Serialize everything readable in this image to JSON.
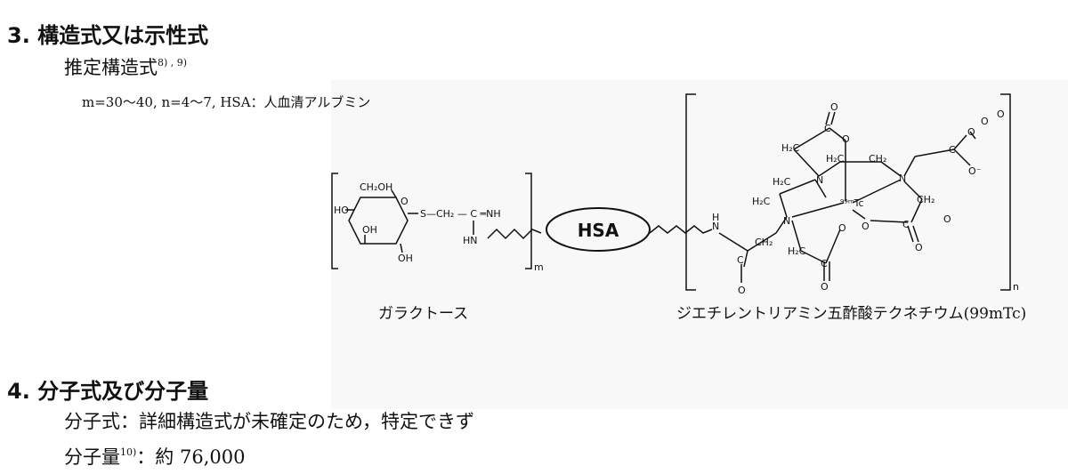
{
  "section3": {
    "heading": "3. 構造式又は示性式",
    "subheading": "推定構造式",
    "subheading_refs": "8) , 9)",
    "note": "m=30～40, n=4～7, HSA：人血清アルブミン"
  },
  "structure": {
    "center_label": "HSA",
    "sugar_labels": {
      "ch2oh": "CH₂OH",
      "o": "O",
      "ho": "HO",
      "oh1": "OH",
      "oh2": "OH",
      "s_chain": "S—CH₂ — C ═NH",
      "hn": "HN"
    },
    "subscript_m": "m",
    "subscript_n": "n",
    "complex_labels": {
      "nh": "N",
      "h": "H",
      "ch2_amide": "CH₂",
      "o_amide": "O",
      "n1": "N",
      "n2": "N",
      "n3": "N",
      "tc": "⁹⁹ᵐTc",
      "h2c_a": "H₂C",
      "h2c_b": "H₂C",
      "h2c_c": "H₂C",
      "h2c_d": "H₂C",
      "h2c_e": "H₂C",
      "ch2_b": "CH₂",
      "ch2_c": "CH₂",
      "c1": "C",
      "c2": "C",
      "c3": "C",
      "c4": "C",
      "c5": "C",
      "o1": "O",
      "o2": "O",
      "o3": "O",
      "o4": "O",
      "o5": "O",
      "o6": "O",
      "o7": "O",
      "o8": "O",
      "o9": "O",
      "o10": "O",
      "ominus": "O⁻"
    },
    "caption_left": "ガラクトース",
    "caption_right": "ジエチレントリアミン五酢酸テクネチウム",
    "caption_right_iso": "(99mTc)"
  },
  "section4": {
    "heading": "4. 分子式及び分子量",
    "formula_line": "分子式：詳細構造式が未確定のため，特定できず",
    "mw_label": "分子量",
    "mw_ref": "10)",
    "mw_value": "：約 76,000"
  }
}
